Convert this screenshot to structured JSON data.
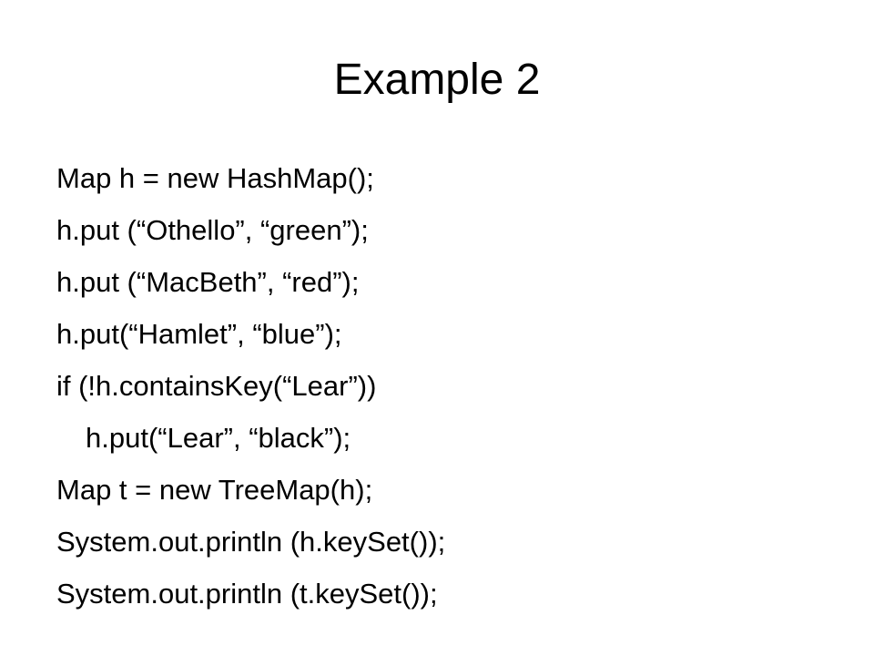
{
  "slide": {
    "title": "Example 2",
    "lines": [
      {
        "text": "Map h = new HashMap();",
        "indent": false
      },
      {
        "text": "h.put (“Othello”, “green”);",
        "indent": false
      },
      {
        "text": "h.put (“MacBeth”, “red”);",
        "indent": false
      },
      {
        "text": "h.put(“Hamlet”, “blue”);",
        "indent": false
      },
      {
        "text": "if (!h.containsKey(“Lear”))",
        "indent": false
      },
      {
        "text": "h.put(“Lear”, “black”);",
        "indent": true
      },
      {
        "text": "Map t = new TreeMap(h);",
        "indent": false
      },
      {
        "text": "System.out.println (h.keySet());",
        "indent": false
      },
      {
        "text": "System.out.println (t.keySet());",
        "indent": false
      }
    ]
  }
}
